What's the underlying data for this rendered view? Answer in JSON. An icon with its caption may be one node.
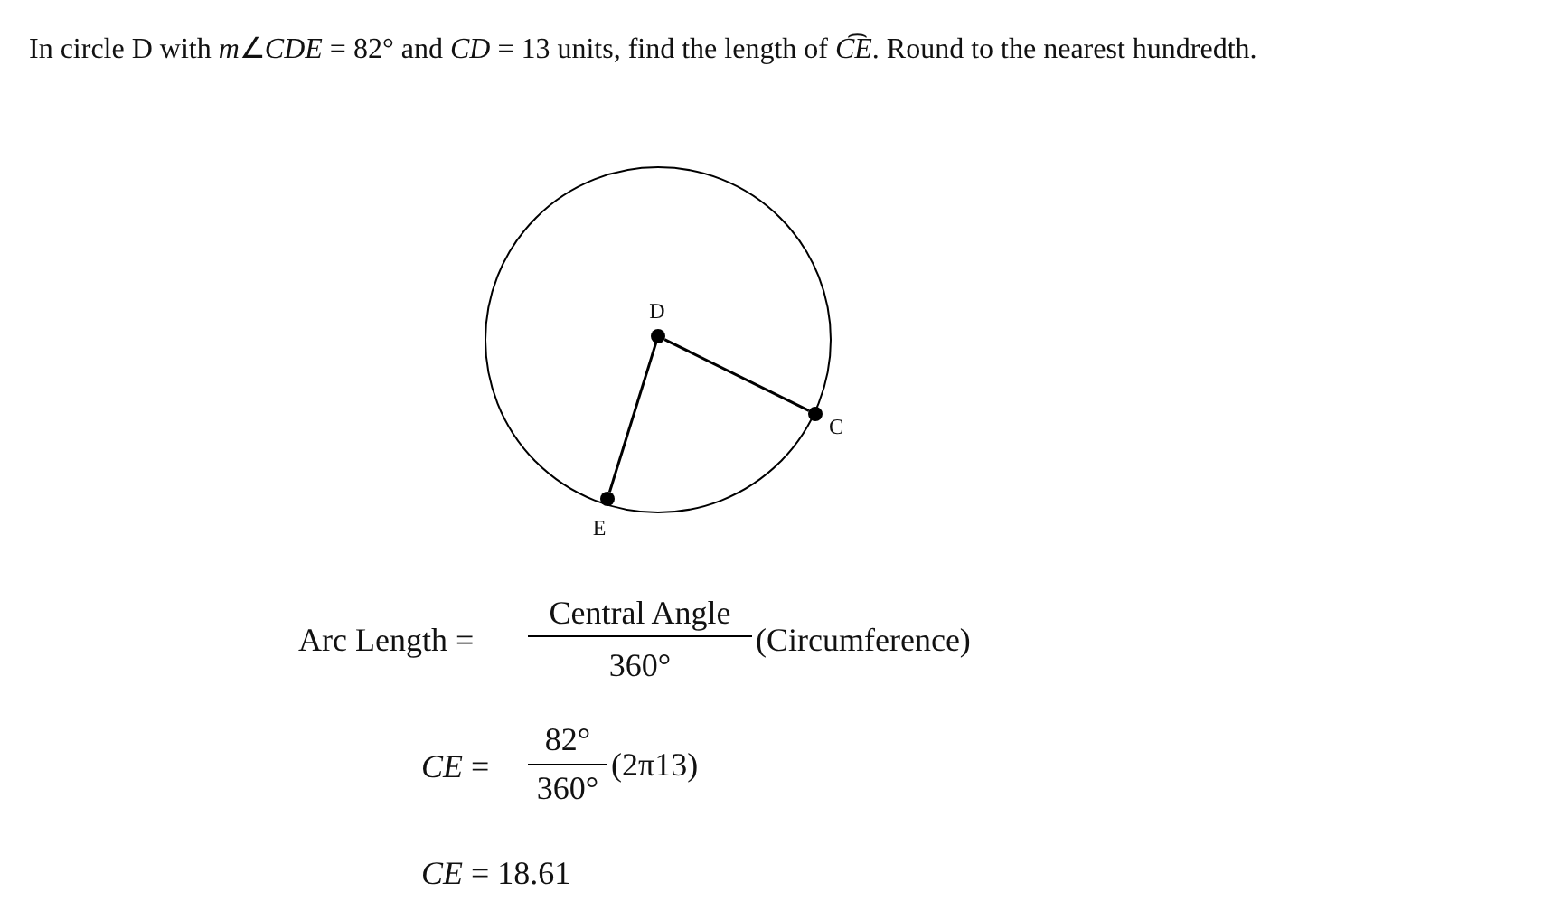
{
  "diagram": {
    "title": "In circle D with *m*∠*CDE* = 82° and *CD* = 13 units, find the length of *C͡E*. Round to the nearest hundredth.",
    "nodes": [
      {
        "text": [],
        "shape": "circle"
      },
      {
        "text": [
          "D"
        ],
        "in": 0
      },
      {
        "text": [
          "C"
        ],
        "in": 0
      },
      {
        "text": [
          "E"
        ],
        "in": 0
      }
    ],
    "edges": [
      {
        "from": 1,
        "to": 2,
        "arrow": "none"
      },
      {
        "from": 1,
        "to": 3,
        "arrow": "none"
      }
    ],
    "labels": [
      "Arc Length =",
      "Central Angle",
      "360°",
      "(Circumference)",
      "*CE* =",
      "82°",
      "360°",
      "(2π13)",
      "*CE* = 18.61"
    ]
  }
}
